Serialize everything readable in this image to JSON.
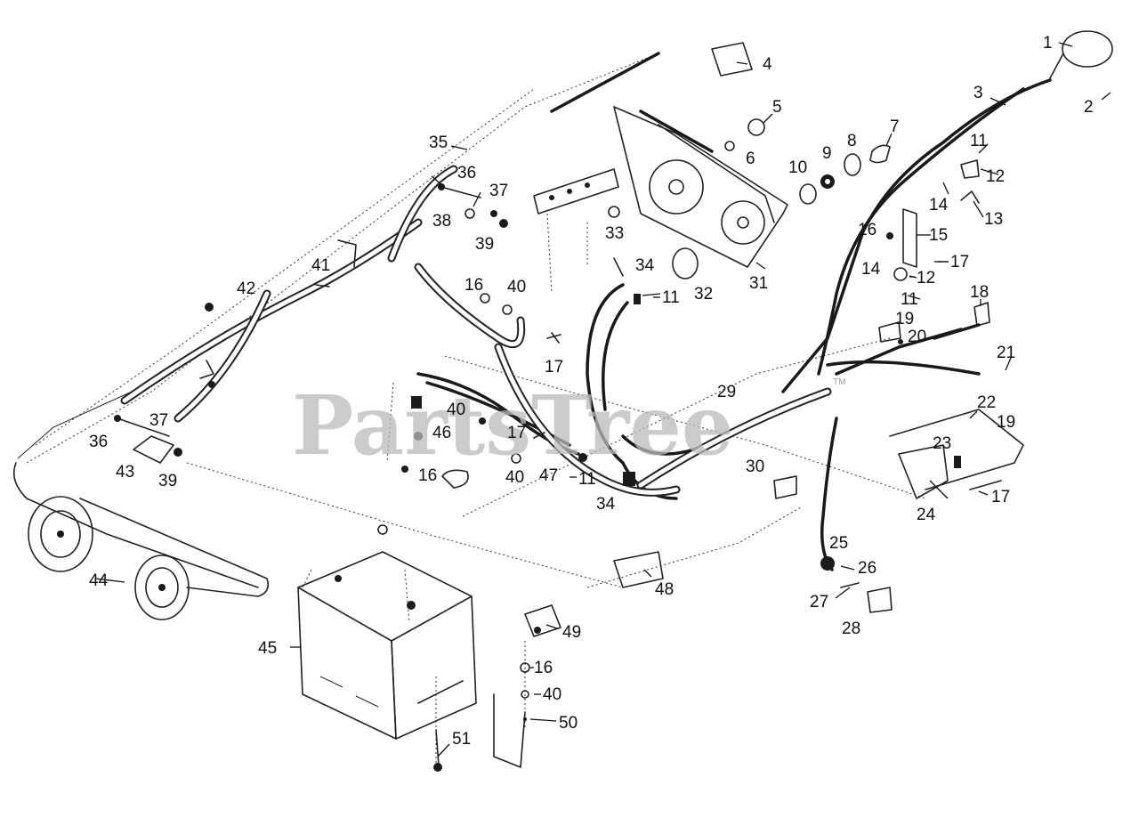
{
  "watermark": {
    "text": "PartsTree",
    "trademark": "TM"
  },
  "callouts": [
    {
      "id": "c1",
      "text": "1"
    },
    {
      "id": "c2",
      "text": "2"
    },
    {
      "id": "c3",
      "text": "3"
    },
    {
      "id": "c4",
      "text": "4"
    },
    {
      "id": "c5",
      "text": "5"
    },
    {
      "id": "c6",
      "text": "6"
    },
    {
      "id": "c7",
      "text": "7"
    },
    {
      "id": "c8",
      "text": "8"
    },
    {
      "id": "c9",
      "text": "9"
    },
    {
      "id": "c10",
      "text": "10"
    },
    {
      "id": "c11a",
      "text": "11"
    },
    {
      "id": "c12a",
      "text": "12"
    },
    {
      "id": "c13",
      "text": "13"
    },
    {
      "id": "c14a",
      "text": "14"
    },
    {
      "id": "c15",
      "text": "15"
    },
    {
      "id": "c16a",
      "text": "16"
    },
    {
      "id": "c17a",
      "text": "17"
    },
    {
      "id": "c12b",
      "text": "12"
    },
    {
      "id": "c14b",
      "text": "14"
    },
    {
      "id": "c11b",
      "text": "11"
    },
    {
      "id": "c18",
      "text": "18"
    },
    {
      "id": "c19a",
      "text": "19"
    },
    {
      "id": "c20",
      "text": "20"
    },
    {
      "id": "c21",
      "text": "21"
    },
    {
      "id": "c22",
      "text": "22"
    },
    {
      "id": "c19b",
      "text": "19"
    },
    {
      "id": "c23",
      "text": "23"
    },
    {
      "id": "c17b",
      "text": "17"
    },
    {
      "id": "c24",
      "text": "24"
    },
    {
      "id": "c25",
      "text": "25"
    },
    {
      "id": "c26",
      "text": "26"
    },
    {
      "id": "c27",
      "text": "27"
    },
    {
      "id": "c28",
      "text": "28"
    },
    {
      "id": "c29",
      "text": "29"
    },
    {
      "id": "c30",
      "text": "30"
    },
    {
      "id": "c31",
      "text": "31"
    },
    {
      "id": "c32",
      "text": "32"
    },
    {
      "id": "c33",
      "text": "33"
    },
    {
      "id": "c34a",
      "text": "34"
    },
    {
      "id": "c11c",
      "text": "11"
    },
    {
      "id": "c35",
      "text": "35"
    },
    {
      "id": "c36a",
      "text": "36"
    },
    {
      "id": "c37a",
      "text": "37"
    },
    {
      "id": "c38",
      "text": "38"
    },
    {
      "id": "c39a",
      "text": "39"
    },
    {
      "id": "c41",
      "text": "41"
    },
    {
      "id": "c42",
      "text": "42"
    },
    {
      "id": "c16b",
      "text": "16"
    },
    {
      "id": "c40a",
      "text": "40"
    },
    {
      "id": "c17c",
      "text": "17"
    },
    {
      "id": "c40b",
      "text": "40"
    },
    {
      "id": "c17d",
      "text": "17"
    },
    {
      "id": "c46",
      "text": "46"
    },
    {
      "id": "c16c",
      "text": "16"
    },
    {
      "id": "c40c",
      "text": "40"
    },
    {
      "id": "c47",
      "text": "47"
    },
    {
      "id": "c11d",
      "text": "11"
    },
    {
      "id": "c34b",
      "text": "34"
    },
    {
      "id": "c36b",
      "text": "36"
    },
    {
      "id": "c37b",
      "text": "37"
    },
    {
      "id": "c43",
      "text": "43"
    },
    {
      "id": "c39b",
      "text": "39"
    },
    {
      "id": "c44",
      "text": "44"
    },
    {
      "id": "c45",
      "text": "45"
    },
    {
      "id": "c48",
      "text": "48"
    },
    {
      "id": "c49",
      "text": "49"
    },
    {
      "id": "c16d",
      "text": "16"
    },
    {
      "id": "c40d",
      "text": "40"
    },
    {
      "id": "c50",
      "text": "50"
    },
    {
      "id": "c51",
      "text": "51"
    }
  ]
}
